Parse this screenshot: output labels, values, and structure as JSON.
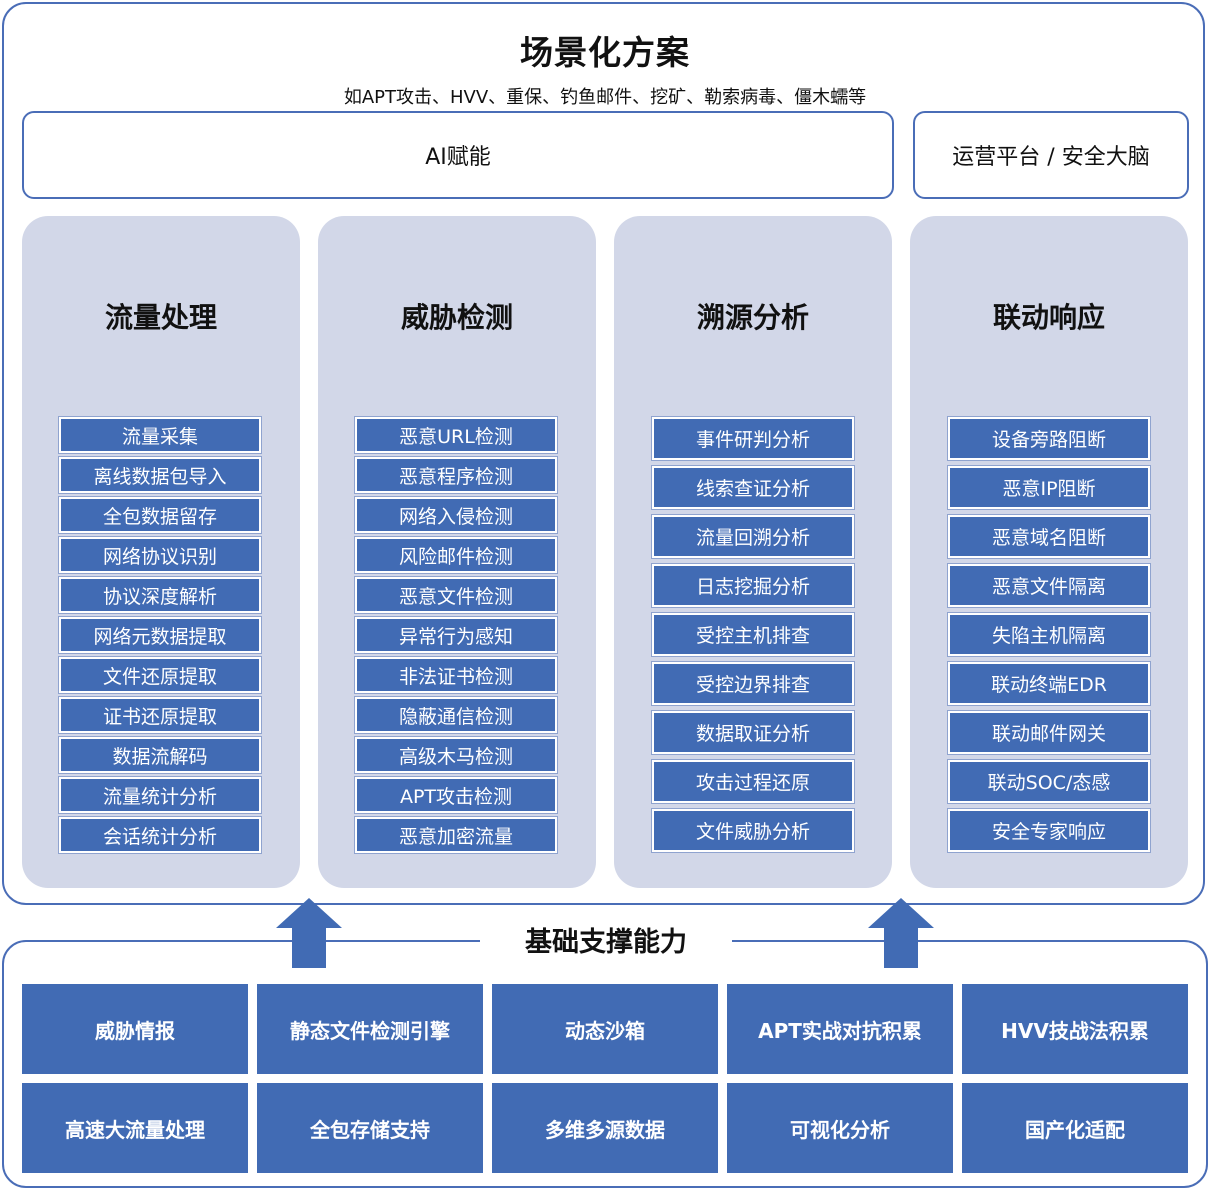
{
  "header": {
    "title": "场景化方案",
    "subtitle": "如APT攻击、HVV、重保、钓鱼邮件、挖矿、勒索病毒、僵木蠕等"
  },
  "ai_label": "AI赋能",
  "ops_label": "运营平台 / 安全大脑",
  "columns": [
    {
      "title": "流量处理",
      "items": [
        "流量采集",
        "离线数据包导入",
        "全包数据留存",
        "网络协议识别",
        "协议深度解析",
        "网络元数据提取",
        "文件还原提取",
        "证书还原提取",
        "数据流解码",
        "流量统计分析",
        "会话统计分析"
      ]
    },
    {
      "title": "威胁检测",
      "items": [
        "恶意URL检测",
        "恶意程序检测",
        "网络入侵检测",
        "风险邮件检测",
        "恶意文件检测",
        "异常行为感知",
        "非法证书检测",
        "隐蔽通信检测",
        "高级木马检测",
        "APT攻击检测",
        "恶意加密流量"
      ]
    },
    {
      "title": "溯源分析",
      "items": [
        "事件研判分析",
        "线索查证分析",
        "流量回溯分析",
        "日志挖掘分析",
        "受控主机排查",
        "受控边界排查",
        "数据取证分析",
        "攻击过程还原",
        "文件威胁分析"
      ]
    },
    {
      "title": "联动响应",
      "items": [
        "设备旁路阻断",
        "恶意IP阻断",
        "恶意域名阻断",
        "恶意文件隔离",
        "失陷主机隔离",
        "联动终端EDR",
        "联动邮件网关",
        "联动SOC/态感",
        "安全专家响应"
      ]
    }
  ],
  "base": {
    "title": "基础支撑能力",
    "row1": [
      "威胁情报",
      "静态文件检测引擎",
      "动态沙箱",
      "APT实战对抗积累",
      "HVV技战法积累"
    ],
    "row2": [
      "高速大流量处理",
      "全包存储支持",
      "多维多源数据",
      "可视化分析",
      "国产化适配"
    ]
  },
  "colors": {
    "accent": "#416bb4",
    "panel": "#d2d7e8",
    "border": "#4a6db7"
  }
}
